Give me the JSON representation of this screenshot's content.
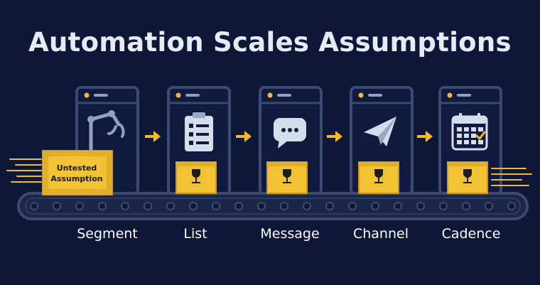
{
  "title": "Automation Scales Assumptions",
  "box_label_line1": "Untested",
  "box_label_line2": "Assumption",
  "stages": [
    {
      "label": "Segment",
      "icon": "robot-arm-icon"
    },
    {
      "label": "List",
      "icon": "checklist-clipboard-icon"
    },
    {
      "label": "Message",
      "icon": "chat-bubble-icon"
    },
    {
      "label": "Channel",
      "icon": "paper-plane-icon"
    },
    {
      "label": "Cadence",
      "icon": "calendar-icon"
    }
  ],
  "colors": {
    "background": "#0d1838",
    "frame": "#3b4a70",
    "accent": "#f5b82e",
    "box": "#f2c233",
    "box_dark": "#c8962a",
    "belt": "#2b3a5e",
    "text": "#e6ebf5"
  }
}
